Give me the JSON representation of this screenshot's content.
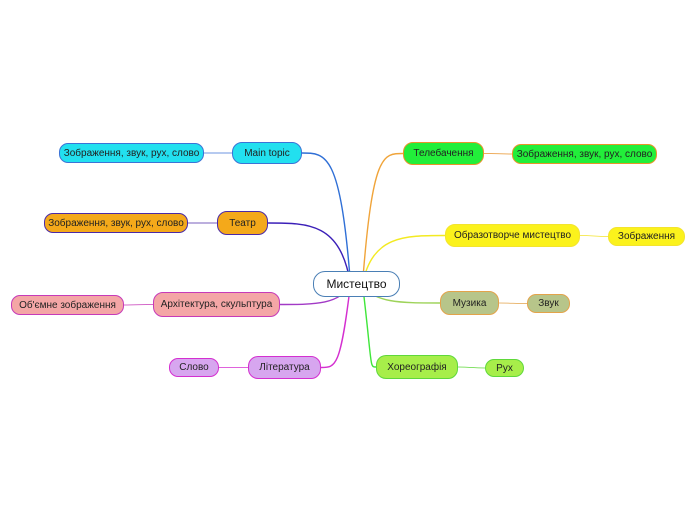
{
  "central": {
    "label": "Мистецтво"
  },
  "topics": [
    {
      "id": "main-topic",
      "label": "Main topic",
      "color": "#22e0ef",
      "border": "#3b73d6",
      "line": "#2f6fd6",
      "sub": [
        {
          "label": "Зображення, звук, рух, слово",
          "color": "#22e0ef",
          "border": "#3b73d6"
        }
      ]
    },
    {
      "id": "teatr",
      "label": "Театр",
      "color": "#f4a91a",
      "border": "#4b2aa6",
      "line": "#3b1fb8",
      "sub": [
        {
          "label": "Зображення, звук, рух, слово",
          "color": "#f4a91a",
          "border": "#4b2aa6"
        }
      ]
    },
    {
      "id": "arkhitektura",
      "label": "Архітектура, скульптура",
      "color": "#f4a6a6",
      "border": "#c63ab8",
      "line": "#a23ac6",
      "sub": [
        {
          "label": "Об'ємне зображення",
          "color": "#f4a6a6",
          "border": "#c63ab8"
        }
      ]
    },
    {
      "id": "literatura",
      "label": "Література",
      "color": "#d7a6ef",
      "border": "#d42fd0",
      "line": "#d42fd0",
      "sub": [
        {
          "label": "Слово",
          "color": "#d7a6ef",
          "border": "#d42fd0"
        }
      ]
    },
    {
      "id": "telebachennia",
      "label": "Телебачення",
      "color": "#22ee3a",
      "border": "#e8932a",
      "line": "#f0a43a",
      "sub": [
        {
          "label": "Зображення, звук, рух, слово",
          "color": "#22ee3a",
          "border": "#e8932a"
        }
      ]
    },
    {
      "id": "obrazotvorche",
      "label": "Образотворче мистецтво",
      "color": "#fbf21c",
      "border": "#f3e42e",
      "line": "#f3ea22",
      "sub": [
        {
          "label": "Зображення",
          "color": "#fbf21c",
          "border": "#f3e42e"
        }
      ]
    },
    {
      "id": "muzyka",
      "label": "Музика",
      "color": "#b7c58a",
      "border": "#e3a34a",
      "line": "#9ed35a",
      "sub": [
        {
          "label": "Звук",
          "color": "#b7c58a",
          "border": "#e3a34a"
        }
      ]
    },
    {
      "id": "khoreohrafiia",
      "label": "Хореографія",
      "color": "#a7ee4a",
      "border": "#5fd83a",
      "line": "#3fe63a",
      "sub": [
        {
          "label": "Рух",
          "color": "#a7ee4a",
          "border": "#5fd83a"
        }
      ]
    }
  ]
}
